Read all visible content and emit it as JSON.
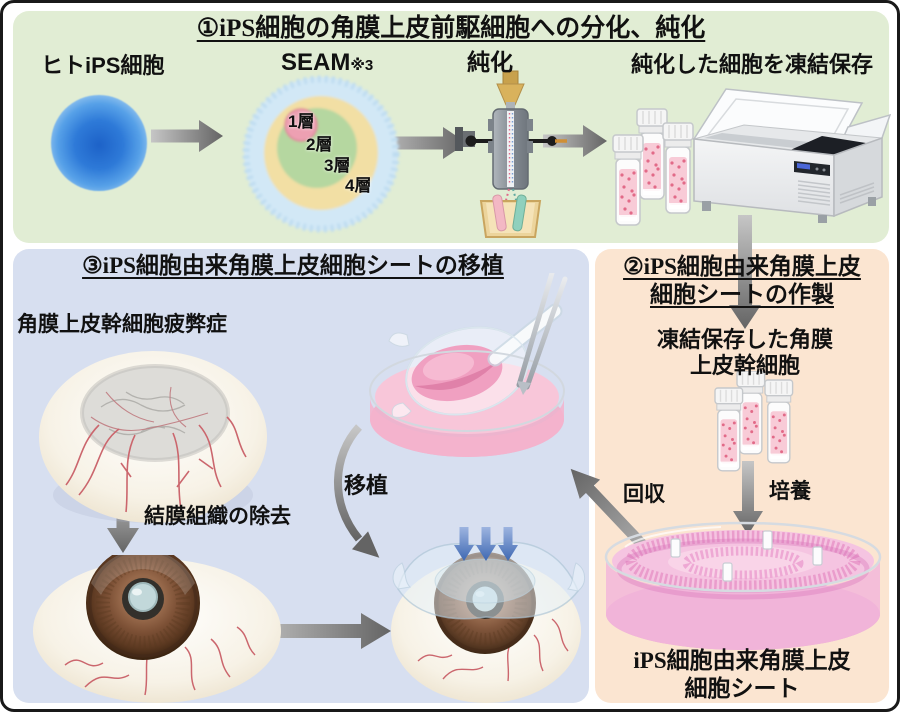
{
  "figure": {
    "step1": {
      "title": "①iPS細胞の角膜上皮前駆細胞への分化、純化",
      "hips_cell_label": "ヒトiPS細胞",
      "seam_label": "SEAM",
      "seam_ref": "※3",
      "layers": [
        "1層",
        "2層",
        "3層",
        "4層"
      ],
      "purify_label": "純化",
      "cryopreserve_label": "純化した細胞を凍結保存"
    },
    "step2": {
      "title_line1": "②iPS細胞由来角膜上皮",
      "title_line2": "細胞シートの作製",
      "cryostock_line1": "凍結保存した角膜",
      "cryostock_line2": "上皮幹細胞",
      "culture_label": "培養",
      "harvest_label": "回収",
      "sheet_label_line1": "iPS細胞由来角膜上皮",
      "sheet_label_line2": "細胞シート"
    },
    "step3": {
      "title": "③iPS細胞由来角膜上皮細胞シートの移植",
      "disease_label": "角膜上皮幹細胞疲弊症",
      "removal_label": "結膜組織の除去",
      "transplant_label": "移植"
    },
    "colors": {
      "step1_bg": "#e1edd4",
      "step2_bg": "#fbe5d1",
      "step3_bg": "#d7dff0",
      "arrow_gray": "#7d7d7d",
      "placement_arrow_blue": "#4a6fb5",
      "text": "#111111"
    }
  }
}
